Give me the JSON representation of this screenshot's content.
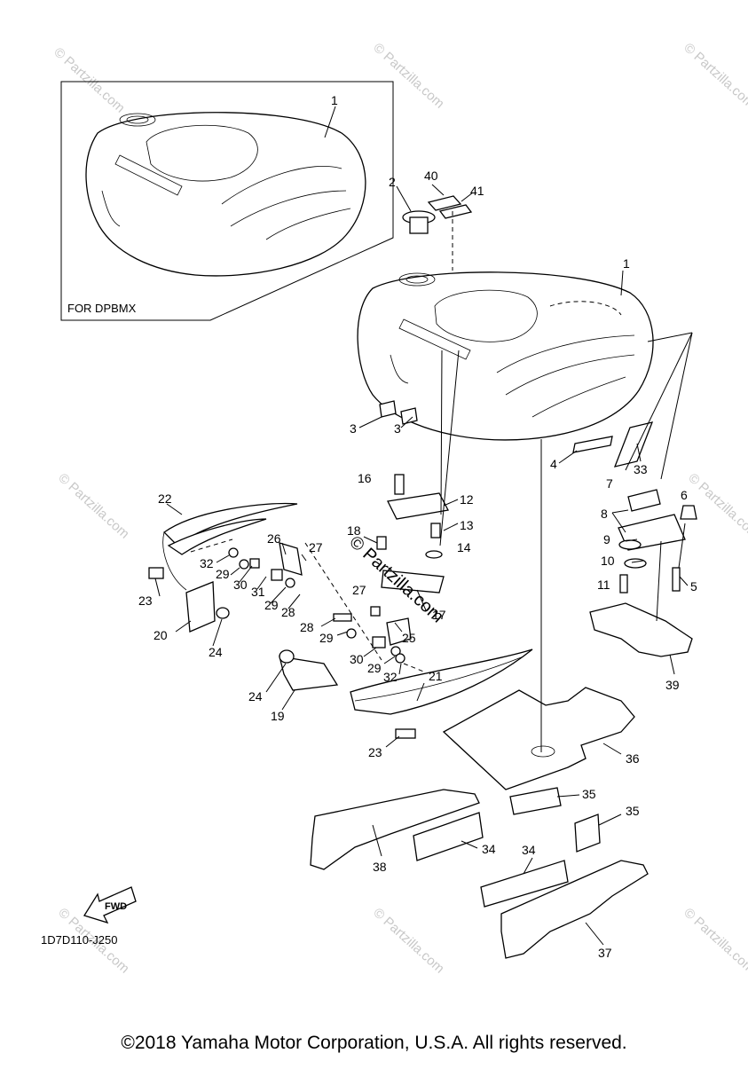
{
  "diagram": {
    "inset_label": "FOR DPBMX",
    "drawing_code": "1D7D110-J250",
    "fwd_label": "FWD",
    "copyright": "©2018 Yamaha Motor Corporation, U.S.A. All rights reserved.",
    "watermark": "© Partzilla.com"
  },
  "callouts": [
    "1",
    "1",
    "2",
    "40",
    "41",
    "3",
    "3",
    "4",
    "33",
    "7",
    "6",
    "8",
    "9",
    "10",
    "11",
    "5",
    "39",
    "16",
    "12",
    "13",
    "14",
    "18",
    "17",
    "22",
    "26",
    "27",
    "32",
    "29",
    "30",
    "31",
    "29",
    "28",
    "23",
    "20",
    "24",
    "27",
    "28",
    "29",
    "25",
    "30",
    "29",
    "32",
    "21",
    "24",
    "19",
    "23",
    "36",
    "35",
    "35",
    "34",
    "34",
    "38",
    "37"
  ]
}
